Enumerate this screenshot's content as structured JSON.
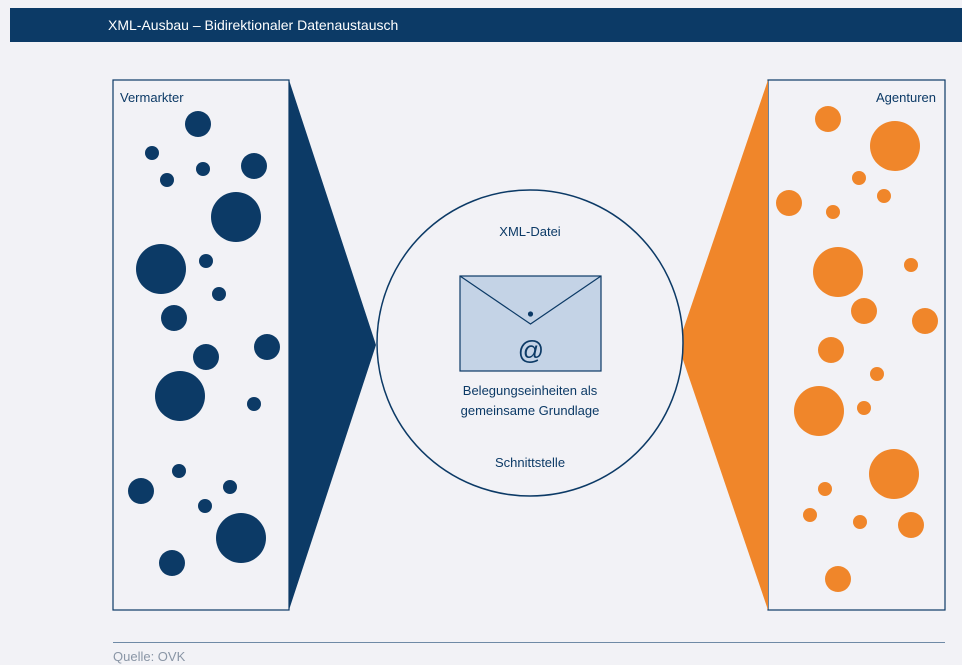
{
  "header": {
    "title": "XML-Ausbau – Bidirektionaler Datenaustausch"
  },
  "left_panel": {
    "label": "Vermarkter"
  },
  "right_panel": {
    "label": "Agenturen"
  },
  "center": {
    "title": "XML-Datei",
    "at_symbol": "@",
    "caption_line1": "Belegungseinheiten als",
    "caption_line2": "gemeinsame Grundlage",
    "footer": "Schnittstelle"
  },
  "source": "Quelle: OVK",
  "colors": {
    "navy": "#0c3a66",
    "orange": "#f0862a",
    "background": "#f2f2f6"
  },
  "icons": {
    "envelope": "envelope-icon"
  }
}
